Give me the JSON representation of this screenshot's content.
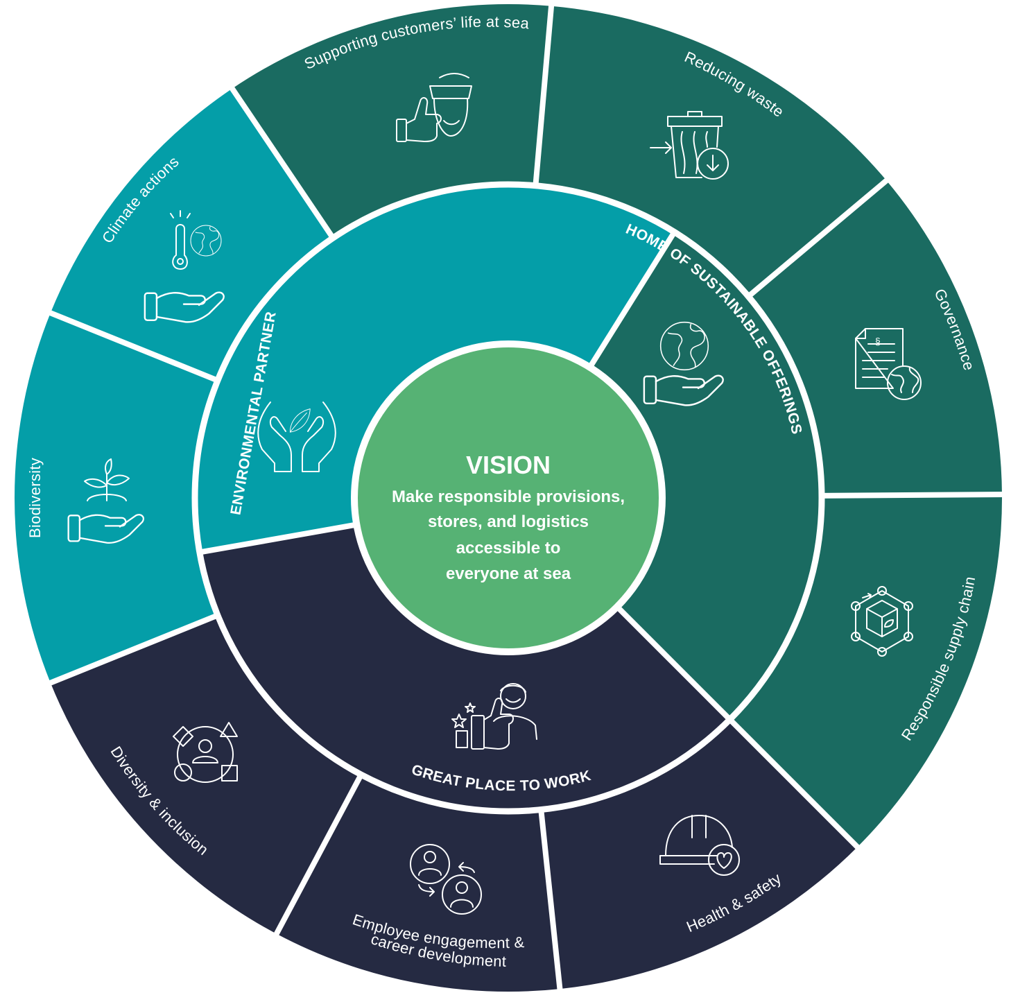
{
  "colors": {
    "environmental": "#049ea8",
    "offerings": "#1a6b61",
    "workplace": "#252a42",
    "vision": "#56b274",
    "separator": "#ffffff"
  },
  "vision": {
    "title": "VISION",
    "lines": [
      "Make responsible provisions,",
      "stores, and logistics",
      "accessible to",
      "everyone at sea"
    ]
  },
  "pillars": [
    {
      "id": "environmental",
      "label": "ENVIRONMENTAL PARTNER",
      "icon": "hands-leaf-icon"
    },
    {
      "id": "offerings",
      "label": "HOME OF SUSTAINABLE OFFERINGS",
      "icon": "globe-in-hand-icon"
    },
    {
      "id": "workplace",
      "label": "GREAT PLACE TO WORK",
      "icon": "thumbs-up-person-icon"
    }
  ],
  "topics": [
    {
      "id": "supporting-customers",
      "pillar": "offerings",
      "lines": [
        "Supporting customers’ life at sea"
      ],
      "icon": "sailor-thumbs-up-icon"
    },
    {
      "id": "reducing-waste",
      "pillar": "offerings",
      "lines": [
        "Reducing waste"
      ],
      "icon": "trash-bin-icon"
    },
    {
      "id": "governance",
      "pillar": "offerings",
      "lines": [
        "Governance"
      ],
      "icon": "document-globe-icon"
    },
    {
      "id": "responsible-supply-chain",
      "pillar": "offerings",
      "lines": [
        "Responsible supply chain"
      ],
      "icon": "network-box-icon"
    },
    {
      "id": "health-safety",
      "pillar": "workplace",
      "lines": [
        "Health & safety"
      ],
      "icon": "hardhat-heart-icon"
    },
    {
      "id": "employee-engagement",
      "pillar": "workplace",
      "lines": [
        "Employee engagement &",
        "career development"
      ],
      "icon": "people-exchange-icon"
    },
    {
      "id": "diversity-inclusion",
      "pillar": "workplace",
      "lines": [
        "Diversity & inclusion"
      ],
      "icon": "person-shapes-icon"
    },
    {
      "id": "biodiversity",
      "pillar": "environmental",
      "lines": [
        "Biodiversity"
      ],
      "icon": "sprout-in-hand-icon"
    },
    {
      "id": "climate-actions",
      "pillar": "environmental",
      "lines": [
        "Climate actions"
      ],
      "icon": "thermometer-globe-hand-icon"
    }
  ]
}
